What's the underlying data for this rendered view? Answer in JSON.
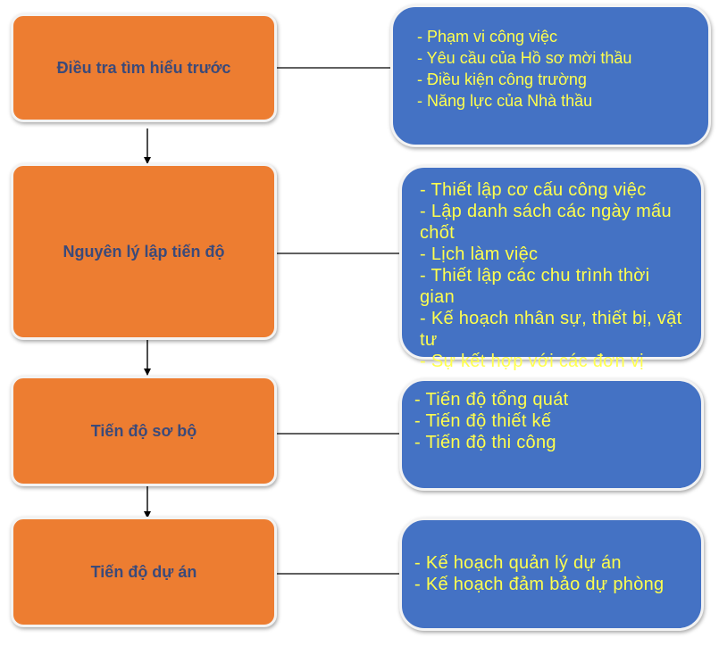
{
  "stages": [
    {
      "label": "Điều tra tìm hiểu trước",
      "details": [
        "- Phạm vi công việc",
        "- Yêu cầu của Hồ sơ mời thầu",
        "- Điều kiện công trường",
        "- Năng lực của Nhà thầu"
      ]
    },
    {
      "label": "Nguyên lý lập tiến độ",
      "details": [
        "- Thiết lập cơ cấu công việc",
        "- Lập danh sách các ngày mấu chốt",
        "- Lịch làm việc",
        "- Thiết lập các chu trình thời gian",
        "- Kế hoạch nhân sự, thiết bị, vật tư",
        "- Sự kết hợp với các đơn vị"
      ]
    },
    {
      "label": "Tiến độ sơ bộ",
      "details": [
        "- Tiến độ tổng quát",
        "- Tiến độ thiết kế",
        "- Tiến độ thi công"
      ]
    },
    {
      "label": "Tiến độ dự án",
      "details": [
        "- Kế hoạch quản lý dự án",
        "- Kế hoạch đảm bảo dự phòng"
      ]
    }
  ],
  "colors": {
    "stage_fill": "#ed7d31",
    "stage_text": "#3b4a7a",
    "detail_fill": "#4472c4",
    "detail_text": "#ffff4d",
    "connector": "#000000"
  }
}
